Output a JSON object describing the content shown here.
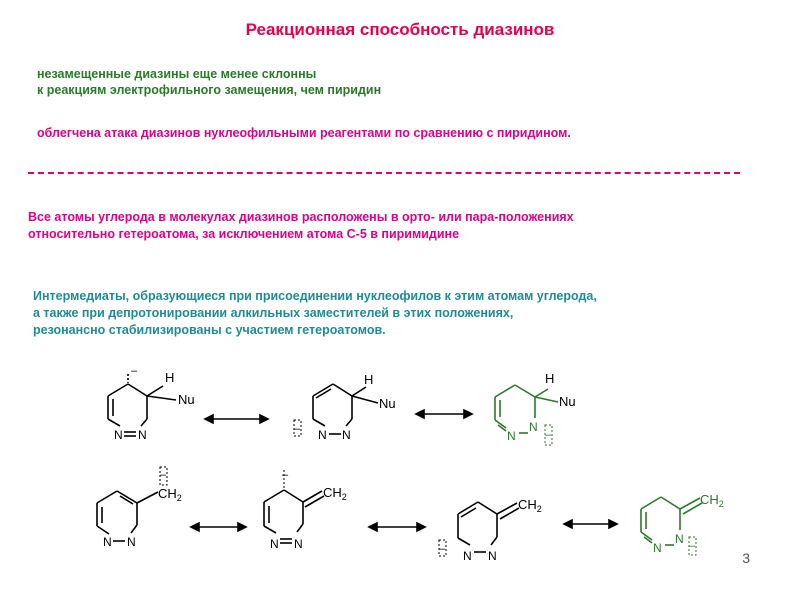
{
  "title": "Реакционная способность диазинов",
  "intro": {
    "line1": "незамещенные диазины еще менее склонны",
    "line2": "к реакциям электрофильного замещения, чем пиридин",
    "line3": "облегчена атака диазинов нуклеофильными реагентами по сравнению с пиридином."
  },
  "block2": {
    "line1": "Все атомы углерода в молекулах диазинов расположены в орто- или пара-положениях",
    "line2": "относительно гетероатома, за исключением атома С-5 в пиримидине"
  },
  "block3": {
    "line1": "Интермедиаты, образующиеся при присоединении нуклеофилов к этим атомам углерода,",
    "line2": "а также при депротонировании алкильных заместителей в этих положениях,",
    "line3": "резонансно стабилизированы с участием гетероатомов."
  },
  "labels": {
    "h": "H",
    "nu": "Nu",
    "n": "N",
    "ch2": "CH2",
    "ch": "CH",
    "sub2": "2"
  },
  "colors": {
    "title": "#e8004f",
    "green": "#2a7a2a",
    "magenta": "#e0008a",
    "teal": "#1f8c95",
    "divider": "#e0006b"
  },
  "page_number": "3"
}
